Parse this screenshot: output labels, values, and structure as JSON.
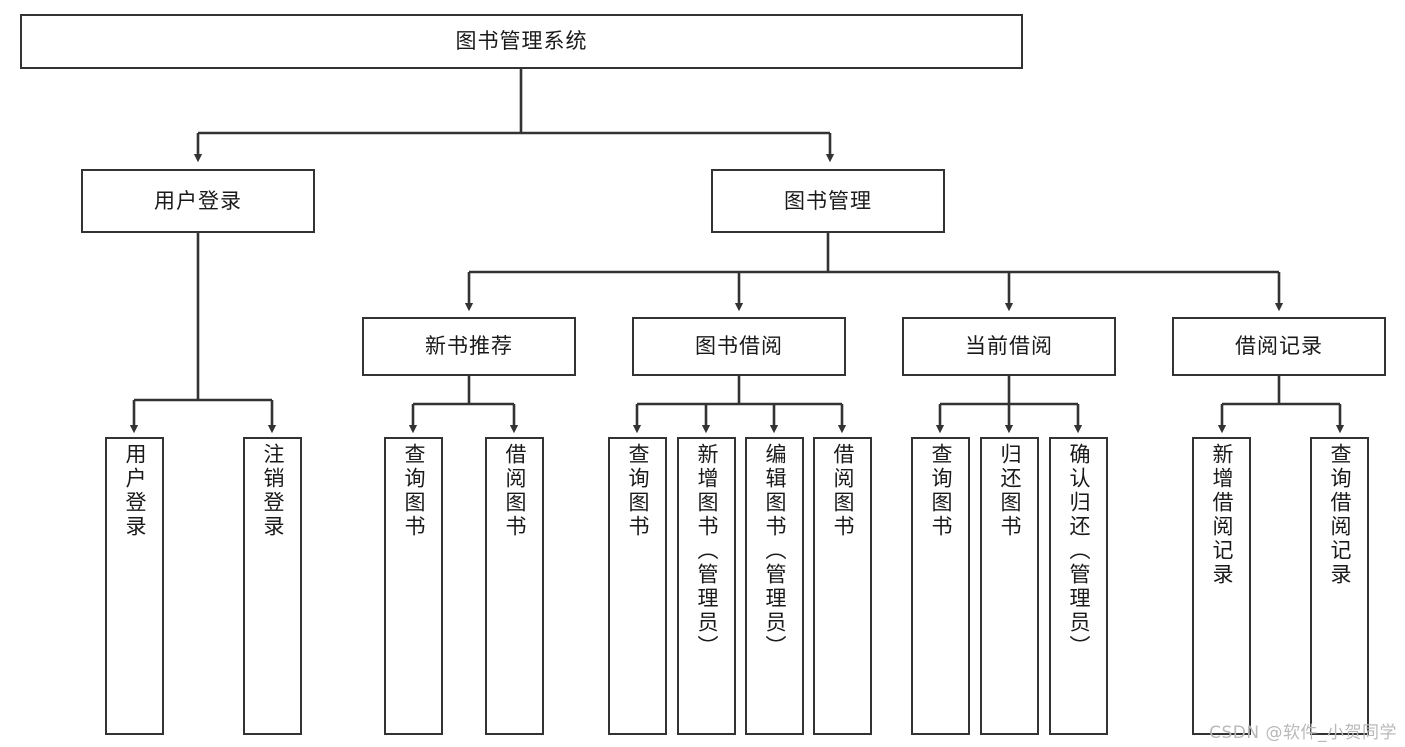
{
  "diagram": {
    "title": "图书管理系统",
    "type": "tree-hierarchy-diagram",
    "watermark": "CSDN @软件_小贺同学",
    "colors": {
      "box_border": "#333333",
      "box_fill": "#ffffff",
      "connector": "#333333",
      "text": "#1a1a1a",
      "watermark": "#b9b9b9"
    },
    "root": {
      "label": "图书管理系统"
    },
    "level2": [
      {
        "label": "用户登录"
      },
      {
        "label": "图书管理"
      }
    ],
    "level3": [
      {
        "label": "新书推荐"
      },
      {
        "label": "图书借阅"
      },
      {
        "label": "当前借阅"
      },
      {
        "label": "借阅记录"
      }
    ],
    "leaves": {
      "user_login": [
        {
          "label": "用户登录"
        },
        {
          "label": "注销登录"
        }
      ],
      "new_book": [
        {
          "label": "查询图书"
        },
        {
          "label": "借阅图书"
        }
      ],
      "book_borrow": [
        {
          "label": "查询图书"
        },
        {
          "label": "新增图书（管理员）"
        },
        {
          "label": "编辑图书（管理员）"
        },
        {
          "label": "借阅图书"
        }
      ],
      "current_borrow": [
        {
          "label": "查询图书"
        },
        {
          "label": "归还图书"
        },
        {
          "label": "确认归还（管理员）"
        }
      ],
      "borrow_record": [
        {
          "label": "新增借阅记录"
        },
        {
          "label": "查询借阅记录"
        }
      ]
    }
  }
}
